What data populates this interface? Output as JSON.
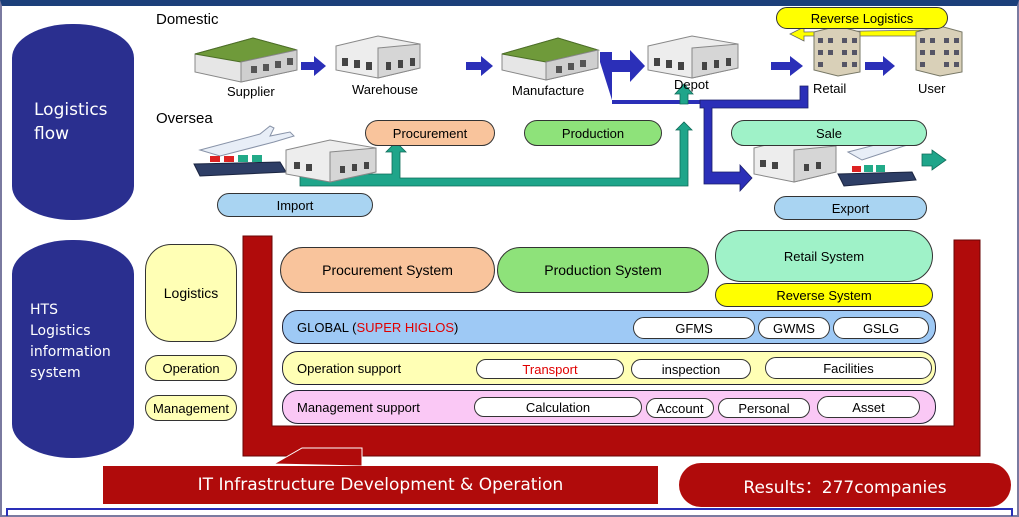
{
  "flow": {
    "title_line1": "Logistics",
    "title_line2": "flow",
    "domestic": "Domestic",
    "oversea": "Oversea",
    "nodes": {
      "supplier": "Supplier",
      "warehouse": "Warehouse",
      "manufacture": "Manufacture",
      "depot": "Depot",
      "retail": "Retail",
      "user": "User"
    },
    "reverse_logistics": "Reverse Logistics",
    "procurement": "Procurement",
    "production": "Production",
    "sale": "Sale",
    "import": "Import",
    "export": "Export"
  },
  "system": {
    "title_lines": [
      "HTS",
      "Logistics",
      "information",
      "system"
    ],
    "logistics": "Logistics",
    "operation": "Operation",
    "management": "Management",
    "procurement_system": "Procurement System",
    "production_system": "Production System",
    "retail_system": "Retail System",
    "reverse_system": "Reverse System",
    "global_prefix": "GLOBAL (",
    "global_highlight": "SUPER HIGLOS",
    "global_suffix": ")",
    "global_items": [
      "GFMS",
      "GWMS",
      "GSLG"
    ],
    "operation_support": "Operation support",
    "operation_items": [
      "Transport",
      "inspection",
      "Facilities"
    ],
    "management_support": "Management support",
    "management_items": [
      "Calculation",
      "Account",
      "Personal",
      "Asset"
    ]
  },
  "footer": {
    "infrastructure": "IT Infrastructure Development & Operation",
    "results": "Results：277companies"
  },
  "colors": {
    "navy": "#2a2f8f",
    "blue_arrow": "#2b2fb8",
    "teal": "#1fa58a",
    "red": "#b00b0b",
    "procurement": "#f9c49c",
    "production": "#8ee27a",
    "sale": "#9ff2c8",
    "import_export": "#a9d4f2",
    "yellow": "#ffff00",
    "pale_yellow": "#ffffb5",
    "global_band": "#9ec9f5",
    "management_band": "#fac8f5"
  }
}
